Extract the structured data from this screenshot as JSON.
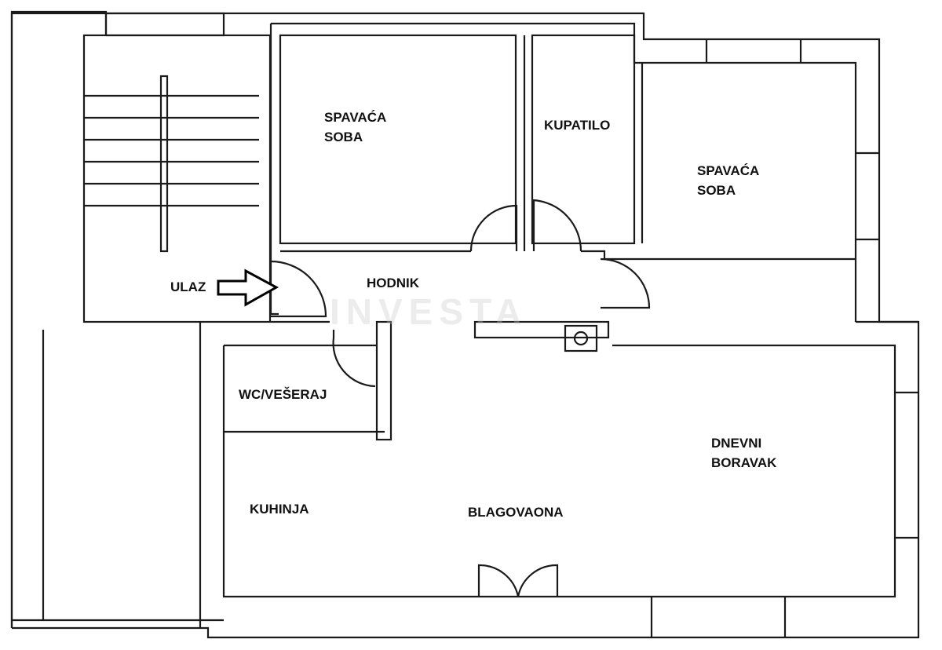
{
  "rooms": {
    "bedroom_1": "SPAVAĆA\nSOBA",
    "bathroom": "KUPATILO",
    "bedroom_2": "SPAVAĆA\nSOBA",
    "entrance": "ULAZ",
    "hallway": "HODNIK",
    "wc_laundry": "WC/VEŠERAJ",
    "kitchen": "KUHINJA",
    "dining": "BLAGOVAONA",
    "living_room": "DNEVNI\nBORAVAK"
  },
  "watermark": "INVESTA",
  "colors": {
    "walls": "#1a1a1a",
    "background": "#ffffff"
  }
}
